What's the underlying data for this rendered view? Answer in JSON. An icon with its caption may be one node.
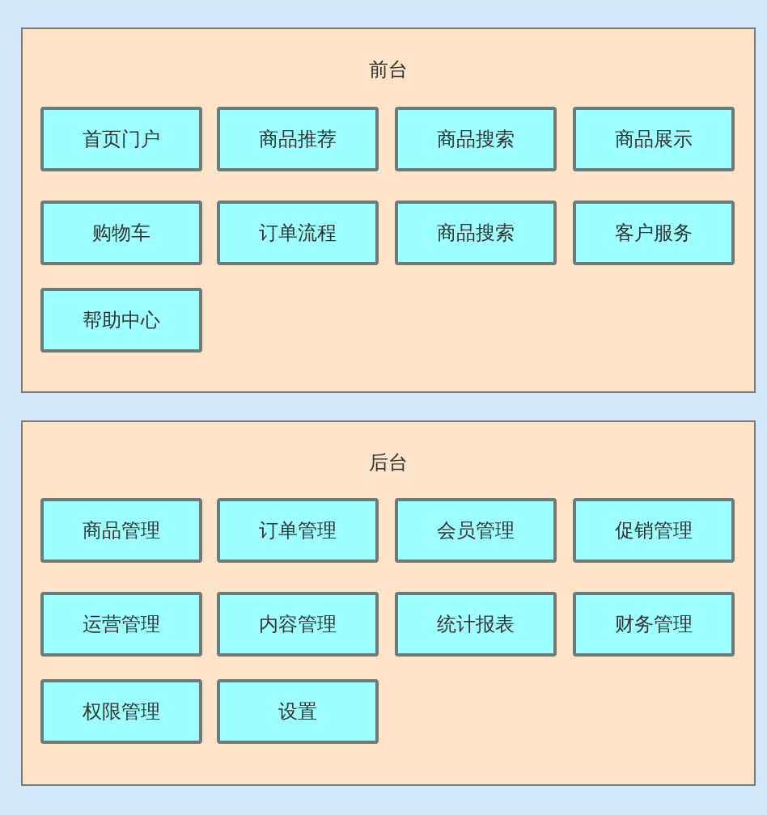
{
  "diagram": {
    "nodes": [
      {
        "text": [
          "前台"
        ]
      },
      {
        "text": [
          "首页门户"
        ],
        "in": 0
      },
      {
        "text": [
          "商品推荐"
        ],
        "in": 0
      },
      {
        "text": [
          "商品搜索"
        ],
        "in": 0
      },
      {
        "text": [
          "商品展示"
        ],
        "in": 0
      },
      {
        "text": [
          "购物车"
        ],
        "in": 0
      },
      {
        "text": [
          "订单流程"
        ],
        "in": 0
      },
      {
        "text": [
          "商品搜索"
        ],
        "in": 0
      },
      {
        "text": [
          "客户服务"
        ],
        "in": 0
      },
      {
        "text": [
          "帮助中心"
        ],
        "in": 0
      },
      {
        "text": [
          "后台"
        ]
      },
      {
        "text": [
          "商品管理"
        ],
        "in": 10
      },
      {
        "text": [
          "订单管理"
        ],
        "in": 10
      },
      {
        "text": [
          "会员管理"
        ],
        "in": 10
      },
      {
        "text": [
          "促销管理"
        ],
        "in": 10
      },
      {
        "text": [
          "运营管理"
        ],
        "in": 10
      },
      {
        "text": [
          "内容管理"
        ],
        "in": 10
      },
      {
        "text": [
          "统计报表"
        ],
        "in": 10
      },
      {
        "text": [
          "财务管理"
        ],
        "in": 10
      },
      {
        "text": [
          "权限管理"
        ],
        "in": 10
      },
      {
        "text": [
          "设置"
        ],
        "in": 10
      }
    ]
  }
}
